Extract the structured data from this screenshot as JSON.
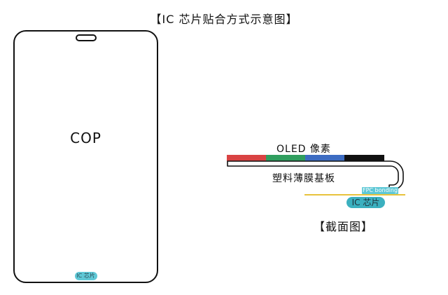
{
  "title": "【IC 芯片贴合方式示意图】",
  "phone": {
    "label": "COP",
    "ic_chip": "IC 芯片"
  },
  "cross_section": {
    "oled_label": "OLED 像素",
    "substrate_label": "塑料薄膜基板",
    "fpc_label": "FPC bonding",
    "ic_label": "IC 芯片",
    "caption": "【截面图】"
  },
  "colors": {
    "pixel_red": "#d94343",
    "pixel_green": "#2f9e5e",
    "pixel_blue": "#3d6cc2",
    "pixel_black": "#111111",
    "fpc": "#5fc8d6",
    "ic": "#3bb0bf",
    "bonding_line": "#e8c33c"
  }
}
